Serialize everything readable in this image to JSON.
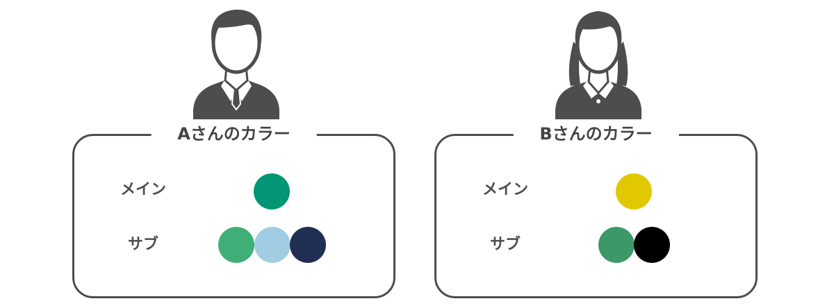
{
  "persons": [
    {
      "id": "a",
      "icon": "businessman-icon",
      "title": "Aさんのカラー",
      "main_label": "メイン",
      "sub_label": "サブ",
      "main_colors": [
        "#009573"
      ],
      "sub_colors": [
        "#3faf77",
        "#a1cde2",
        "#212e54"
      ]
    },
    {
      "id": "b",
      "icon": "businesswoman-icon",
      "title": "Bさんのカラー",
      "main_label": "メイン",
      "sub_label": "サブ",
      "main_colors": [
        "#e2c800"
      ],
      "sub_colors": [
        "#3c9867",
        "#000000"
      ]
    }
  ],
  "icon_color": "#4d4d4d",
  "border_color": "#4d4d4d"
}
